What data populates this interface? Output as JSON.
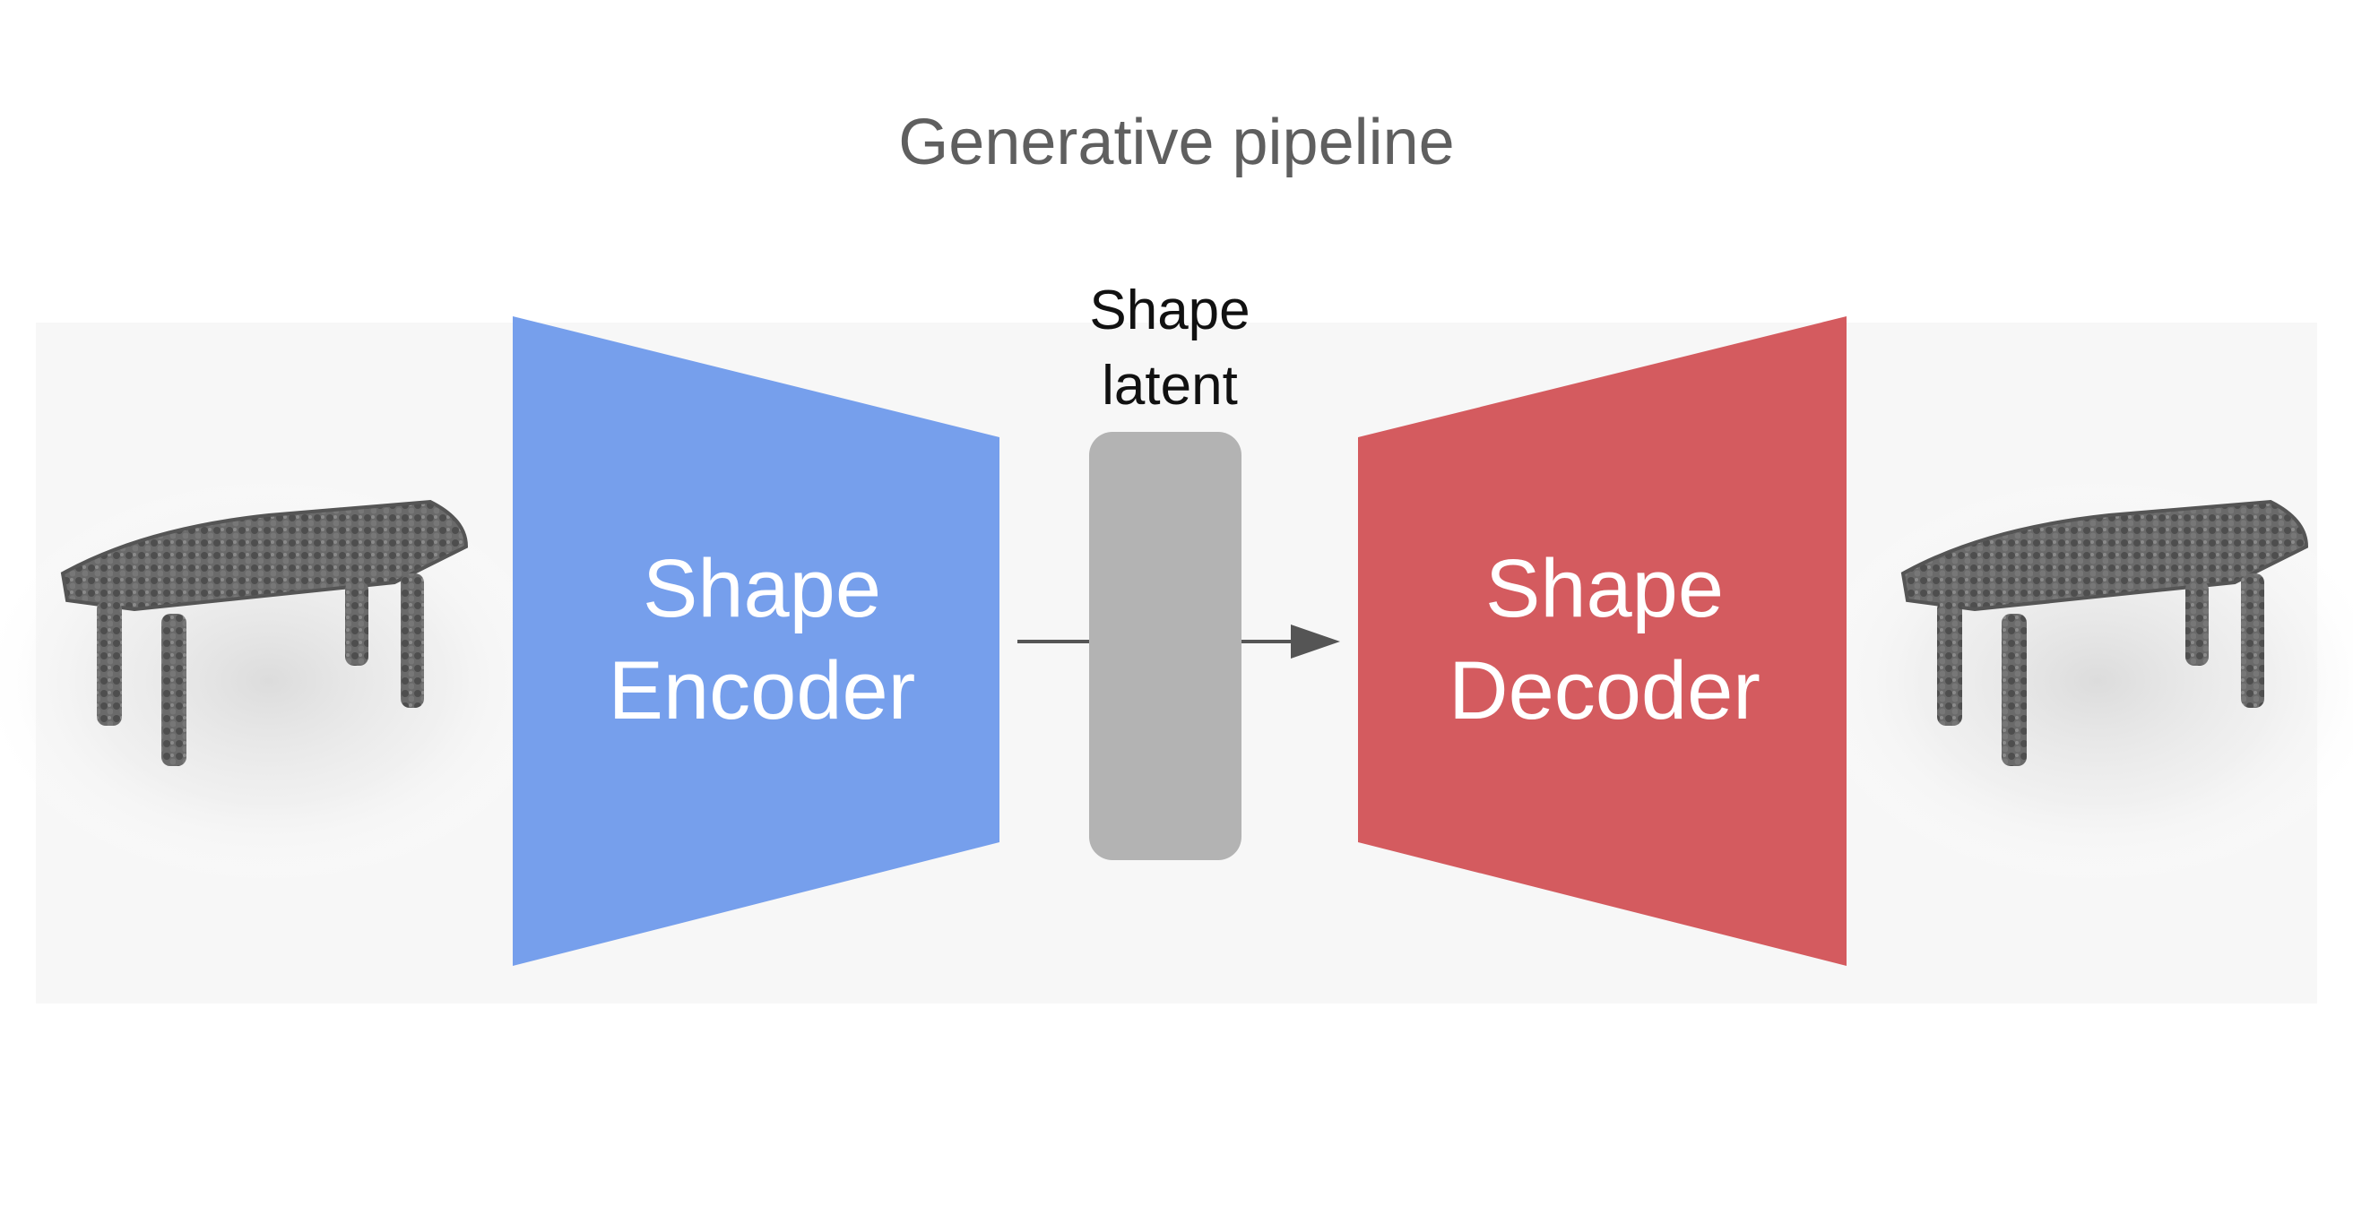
{
  "title": "Generative pipeline",
  "latent": {
    "line1": "Shape",
    "line2": "latent"
  },
  "encoder": {
    "line1": "Shape",
    "line2": "Encoder"
  },
  "decoder": {
    "line1": "Shape",
    "line2": "Decoder"
  },
  "colors": {
    "encoder": "#769fec",
    "decoder": "#d45b5f",
    "latent": "#b3b3b3",
    "arrow": "#555555",
    "table": "#5e5e5e",
    "title_text": "#5f5f5f"
  },
  "icons": {
    "input_shape": "point-cloud-table-icon",
    "output_shape": "point-cloud-table-icon"
  }
}
